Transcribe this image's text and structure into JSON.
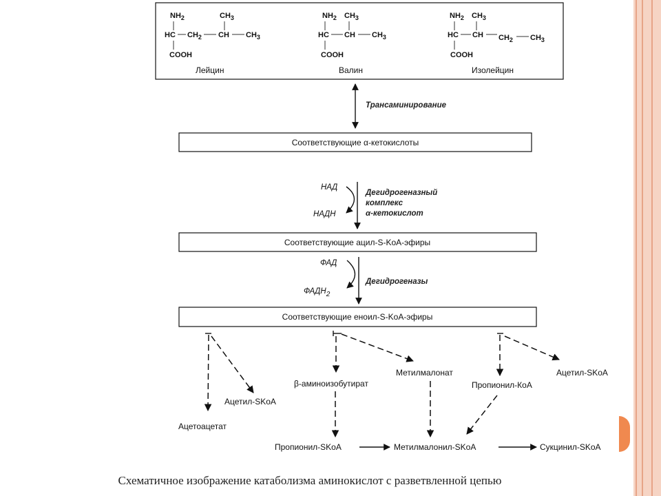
{
  "molecules": [
    {
      "name": "Лейцин",
      "nh2": "NH",
      "ch3": "CH",
      "hc": "HC",
      "cooh": "COOH",
      "chain": [
        "CH",
        "CH",
        "CH"
      ]
    },
    {
      "name": "Валин",
      "nh2": "NH",
      "ch3": "CH",
      "hc": "HC",
      "cooh": "COOH",
      "chain": [
        "CH",
        "CH"
      ]
    },
    {
      "name": "Изолейцин",
      "nh2": "NH",
      "ch3": "CH",
      "hc": "HC",
      "cooh": "COOH",
      "chain": [
        "CH",
        "CH",
        "CH"
      ]
    }
  ],
  "subscripts": {
    "two": "2",
    "three": "3"
  },
  "steps": {
    "transamination": "Трансаминирование",
    "keto_box": "Соответствующие α-кетокислоты",
    "nad": "НАД",
    "nadh": "НАДН",
    "dehydrogenase_complex": [
      "Дегидрогеназный",
      "комплекс",
      "α-кетокислот"
    ],
    "acyl_box": "Соответствующие ацил-S-KoA-эфиры",
    "fad": "ФАД",
    "fadh2": "ФАДН",
    "dehydrogenases": "Дегидрогеназы",
    "enoyl_box": "Соответствующие еноил-S-KoA-эфиры"
  },
  "products": {
    "acetyl_left": "Ацетил-SKoA",
    "acetoacetate": "Ацетоацетат",
    "aminoisobutyrate": "β-аминоизобутират",
    "methylmalonate": "Метилмалонат",
    "propionyl_koa_right": "Пропионил-КоА",
    "acetyl_right": "Ацетил-SKoA",
    "propionyl_skoa": "Пропионил-SKoA",
    "methylmalonyl_skoa": "Метилмалонил-SKoA",
    "succinyl_skoa": "Сукцинил-SKoA"
  },
  "caption": "Схематичное изображение катаболизма аминокислот с разветвленной цепью",
  "colors": {
    "accent_band": "#f6d4c4",
    "accent_stripe": "#e7a487",
    "tab": "#f0894f"
  }
}
